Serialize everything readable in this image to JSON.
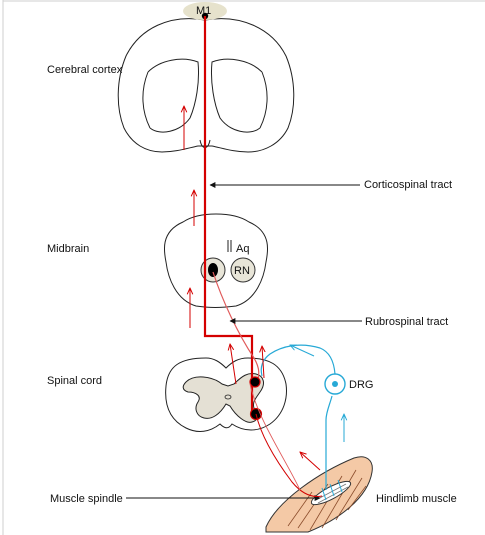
{
  "labels": {
    "m1": "M1",
    "cerebral_cortex": "Cerebral cortex",
    "corticospinal_tract": "Corticospinal tract",
    "midbrain": "Midbrain",
    "aq": "Aq",
    "rn": "RN",
    "rubrospinal_tract": "Rubrospinal tract",
    "spinal_cord": "Spinal cord",
    "drg": "DRG",
    "muscle_spindle": "Muscle spindle",
    "hindlimb_muscle": "Hindlimb muscle"
  },
  "colors": {
    "corticospinal": "#d40000",
    "rubrospinal": "#e05a5a",
    "sensory": "#27a9d6",
    "grey_matter": "#e4e0d4",
    "muscle": "#f4c9a6",
    "outline": "#222222"
  }
}
